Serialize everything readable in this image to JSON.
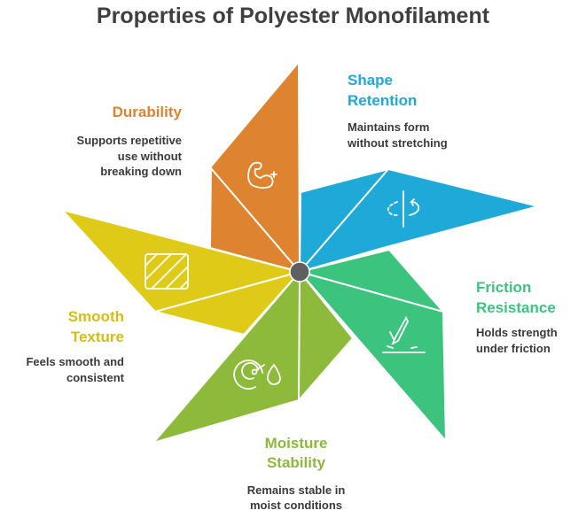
{
  "title": "Properties of Polyester Monofilament",
  "colors": {
    "durability": "#DE8431",
    "shape": "#1EA9D9",
    "friction": "#3CC47E",
    "moisture": "#8DBA3A",
    "smooth": "#DFCB17",
    "hub": "#5f5f5f"
  },
  "items": [
    {
      "label_1": "Durability",
      "label_2": "",
      "desc_1": "Supports repetitive",
      "desc_2": "use without",
      "desc_3": "breaking down",
      "icon": "flexed-arm-icon"
    },
    {
      "label_1": "Shape",
      "label_2": "Retention",
      "desc_1": "Maintains form",
      "desc_2": "without stretching",
      "icon": "rotation-axis-icon"
    },
    {
      "label_1": "Friction",
      "label_2": "Resistance",
      "desc_1": "Holds strength",
      "desc_2": "under friction",
      "icon": "knife-cut-icon"
    },
    {
      "label_1": "Moisture",
      "label_2": "Stability",
      "desc_1": "Remains stable in",
      "desc_2": "moist conditions",
      "icon": "gauge-droplet-icon"
    },
    {
      "label_1": "Smooth",
      "label_2": "Texture",
      "desc_1": "Feels smooth and",
      "desc_2": "consistent",
      "icon": "hatched-square-icon"
    }
  ]
}
